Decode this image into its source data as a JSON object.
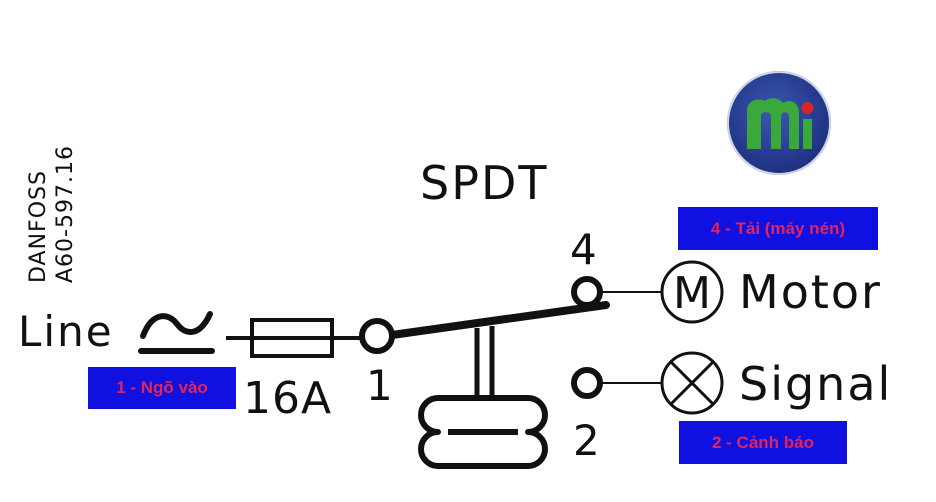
{
  "manufacturer": {
    "line1": "DANFOSS",
    "line2": "A60-597.16"
  },
  "diagram": {
    "title": "SPDT",
    "line_label": "Line",
    "fuse_rating": "16A",
    "terminals": {
      "t1": "1",
      "t2": "2",
      "t4": "4"
    },
    "motor_symbol": "M",
    "motor_label": "Motor",
    "signal_label": "Signal"
  },
  "badges": {
    "input": "1 - Ngõ vào",
    "load": "4 - Tải (máy nén)",
    "warning": "2 - Cảnh báo"
  },
  "colors": {
    "badge_bg": "#1010e0",
    "badge_text": "#e0245e",
    "line": "#111111",
    "logo_bg": "#23378a",
    "logo_letters": "#3aa83a",
    "logo_dot": "#d8242a"
  },
  "icons": {
    "logo": "mi-logo-icon",
    "ac": "ac-wave-icon",
    "fuse": "fuse-icon",
    "motor": "motor-symbol-icon",
    "lamp": "lamp-symbol-icon"
  }
}
